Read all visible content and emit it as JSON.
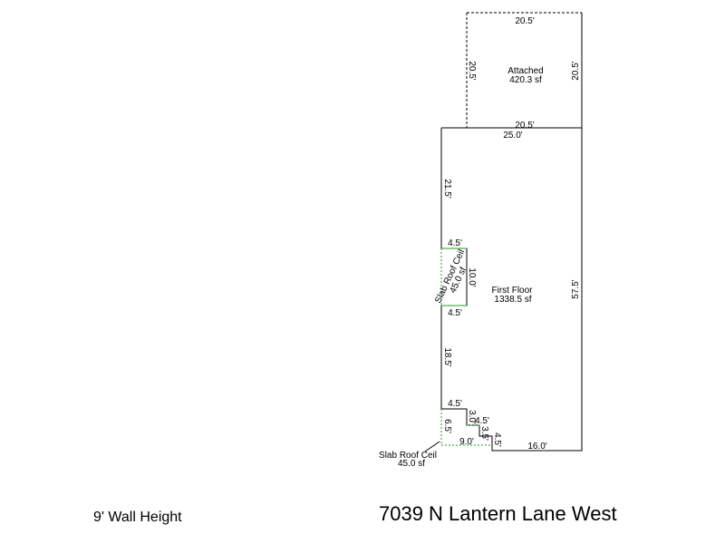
{
  "rooms": {
    "attached": {
      "name": "Attached",
      "area": "420.3 sf"
    },
    "first_floor": {
      "name": "First Floor",
      "area": "1338.5 sf"
    },
    "slab_roof_upper": {
      "name": "Slab Roof Ceil",
      "area": "45.0 sf"
    },
    "slab_roof_lower": {
      "name": "Slab Roof Ceil",
      "area": "45.0 sf"
    }
  },
  "dimensions": {
    "attached_top": "20.5'",
    "attached_left": "20.5'",
    "attached_right": "20.5'",
    "attached_bottom": "20.5'",
    "floor_top": "25.0'",
    "floor_left_upper": "21.5'",
    "notch1_top": "4.5'",
    "notch1_side": "10.0'",
    "notch1_bottom": "4.5'",
    "floor_left_mid": "18.5'",
    "notch2_top": "4.5'",
    "step_side_a": "3.0'",
    "step_top_b": "4.5'",
    "step_side_b": "3.5'",
    "step_side_c": "4.5'",
    "slab_side": "6.5'",
    "slab_bottom": "9.0'",
    "floor_bottom": "16.0'",
    "floor_right": "57.5'"
  },
  "footer": {
    "wall_height": "9' Wall Height",
    "address": "7039 N Lantern Lane West"
  }
}
